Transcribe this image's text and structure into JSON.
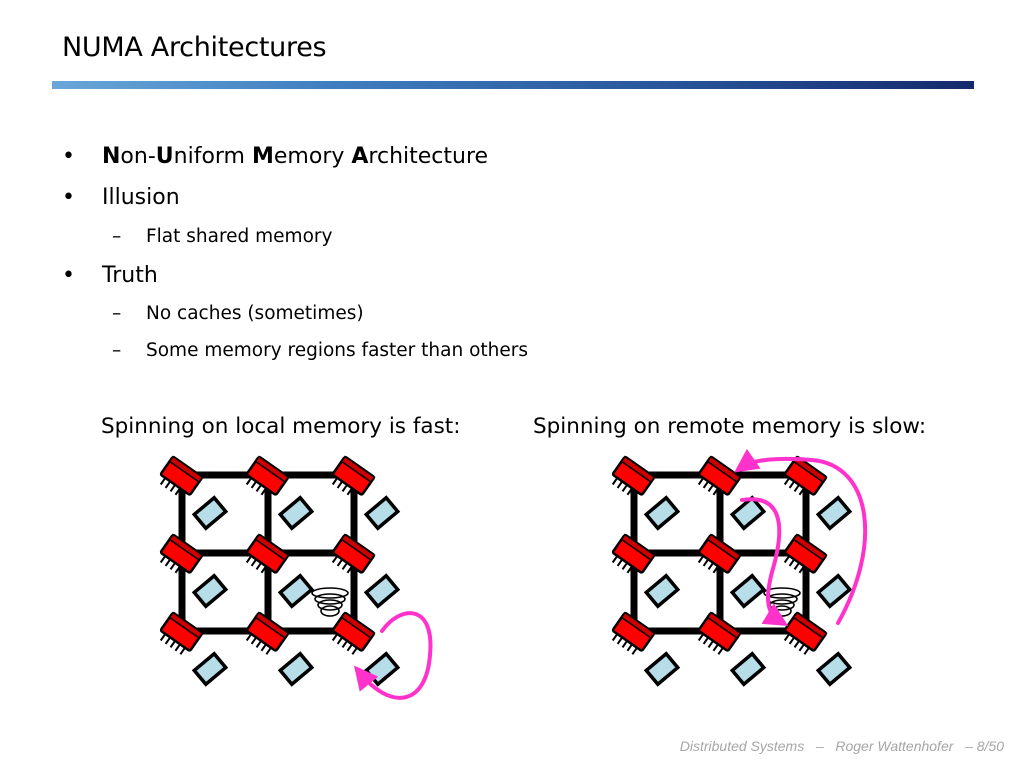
{
  "slide": {
    "title": "NUMA Architectures"
  },
  "bullets": [
    {
      "level": 1,
      "runs": [
        {
          "text": "N",
          "bold": true
        },
        {
          "text": "on-",
          "bold": false
        },
        {
          "text": "U",
          "bold": true
        },
        {
          "text": "niform ",
          "bold": false
        },
        {
          "text": "M",
          "bold": true
        },
        {
          "text": "emory ",
          "bold": false
        },
        {
          "text": "A",
          "bold": true
        },
        {
          "text": "rchitecture",
          "bold": false
        }
      ]
    },
    {
      "level": 1,
      "text": "Illusion"
    },
    {
      "level": 2,
      "text": "Flat shared memory"
    },
    {
      "level": 1,
      "text": "Truth"
    },
    {
      "level": 2,
      "text": "No caches (sometimes)"
    },
    {
      "level": 2,
      "text": "Some memory regions faster than others"
    }
  ],
  "markers": {
    "level1": "•",
    "level2": "–"
  },
  "captions": {
    "left": "Spinning on local memory is fast:",
    "right": "Spinning on remote memory is slow:"
  },
  "footer": {
    "course": "Distributed Systems",
    "sep1": "–",
    "author": "Roger Wattenhofer",
    "sep2": "–",
    "page": "8/50"
  },
  "colors": {
    "processor": "#ff0000",
    "memory": "#b7dde8",
    "arrow": "#ff33cc",
    "grid": "#000000"
  },
  "icons": {
    "processor": "cpu-chip-icon",
    "memory": "memory-module-icon",
    "spin": "spinning-coil-icon"
  }
}
